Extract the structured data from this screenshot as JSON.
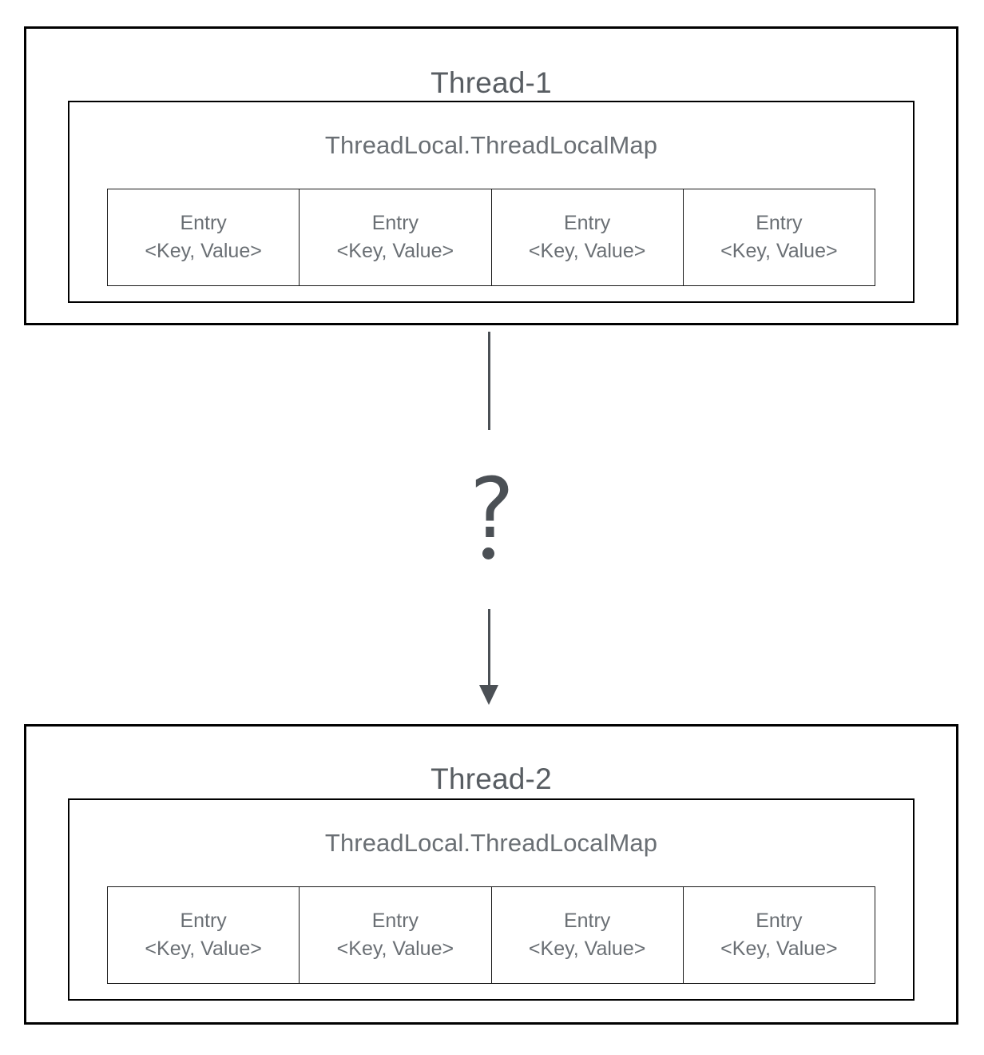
{
  "diagram": {
    "type": "flow-diagram",
    "title_semantic": "ThreadLocal value propagation between threads",
    "colors": {
      "outer_border": "#000000",
      "inner_border": "#000000",
      "entry_border": "#1a1a1a",
      "title_text": "#585d62",
      "body_text": "#6a6f74",
      "connector": "#4b5055",
      "background": "#ffffff"
    }
  },
  "threads": [
    {
      "id": "thread-1",
      "title": "Thread-1",
      "map": {
        "title": "ThreadLocal.ThreadLocalMap",
        "entries": [
          {
            "line1": "Entry",
            "line2": "<Key, Value>"
          },
          {
            "line1": "Entry",
            "line2": "<Key, Value>"
          },
          {
            "line1": "Entry",
            "line2": "<Key, Value>"
          },
          {
            "line1": "Entry",
            "line2": "<Key, Value>"
          }
        ]
      }
    },
    {
      "id": "thread-2",
      "title": "Thread-2",
      "map": {
        "title": "ThreadLocal.ThreadLocalMap",
        "entries": [
          {
            "line1": "Entry",
            "line2": "<Key, Value>"
          },
          {
            "line1": "Entry",
            "line2": "<Key, Value>"
          },
          {
            "line1": "Entry",
            "line2": "<Key, Value>"
          },
          {
            "line1": "Entry",
            "line2": "<Key, Value>"
          }
        ]
      }
    }
  ],
  "connector": {
    "question_glyph": "?",
    "direction": "downward",
    "from": "Thread-1",
    "to": "Thread-2"
  }
}
